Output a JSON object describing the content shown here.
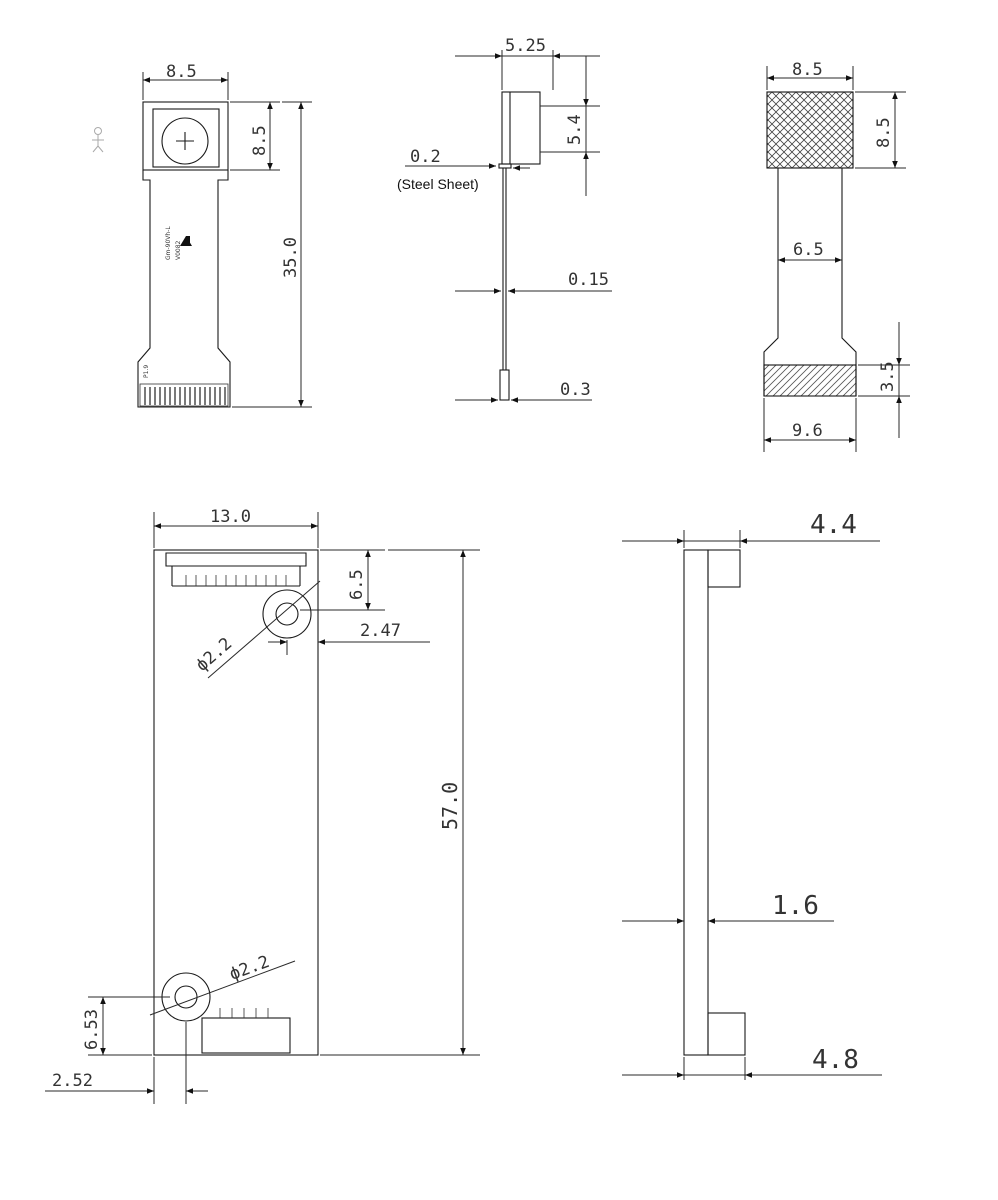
{
  "views": {
    "camera_front": {
      "lens_width": "8.5",
      "lens_height": "8.5",
      "total_length": "35.0",
      "pcb_label_line1": "Gm-90Vh-L",
      "pcb_label_line2": "V0082",
      "pin_label": "P1.9"
    },
    "camera_side": {
      "lens_depth": "5.25",
      "module_height": "5.4",
      "steel_thickness": "0.2",
      "steel_note": "(Steel Sheet)",
      "flex_thickness": "0.15",
      "connector_thickness": "0.3"
    },
    "camera_back": {
      "stiffener_width": "8.5",
      "stiffener_height": "8.5",
      "flex_width": "6.5",
      "connector_height": "3.5",
      "connector_width": "9.6"
    },
    "board_front": {
      "board_width": "13.0",
      "board_length": "57.0",
      "connector_offset": "6.5",
      "top_hole_diameter": "ϕ2.2",
      "top_hole_offset": "2.47",
      "bottom_hole_diameter": "ϕ2.2",
      "bottom_hole_height": "6.53",
      "bottom_hole_offset": "2.52"
    },
    "board_side": {
      "top_component_height": "4.4",
      "board_thickness": "1.6",
      "bottom_component_height": "4.8"
    }
  }
}
